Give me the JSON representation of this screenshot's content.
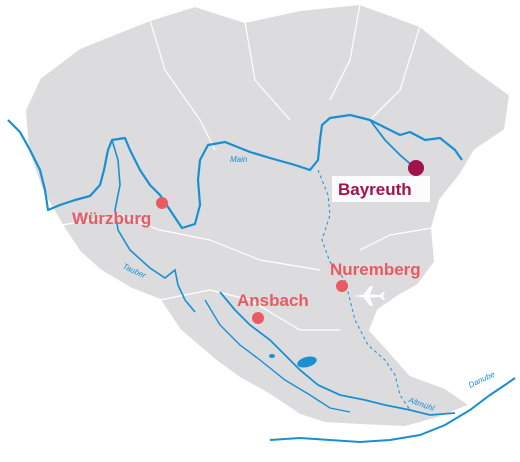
{
  "colors": {
    "land": "#dcdcde",
    "border": "#ffffff",
    "river": "#1a8fd1",
    "canal": "#1a8fd1",
    "city": "#e95a63",
    "capital": "#a3124d",
    "highlight_bg": "#ffffff",
    "airport": "#ffffff"
  },
  "cities": {
    "bayreuth": {
      "label": "Bayreuth",
      "type": "capital"
    },
    "wurzburg": {
      "label": "Würzburg",
      "type": "city"
    },
    "nuremberg": {
      "label": "Nuremberg",
      "type": "city"
    },
    "ansbach": {
      "label": "Ansbach",
      "type": "city"
    }
  },
  "rivers": {
    "main": "Main",
    "tauber": "Tauber",
    "altmuhl": "Altmühl",
    "danube": "Danube"
  },
  "icons": {
    "airport": "airplane-icon"
  }
}
